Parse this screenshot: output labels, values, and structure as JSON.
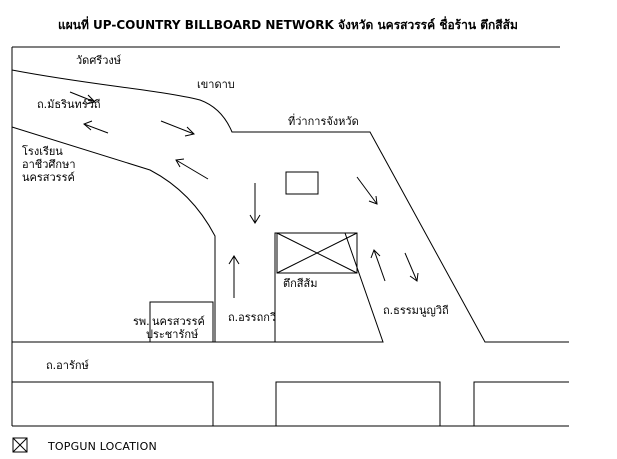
{
  "title": "แผนที่ UP-COUNTRY BILLBOARD NETWORK จังหวัด นครสวรรค์ ชื่อร้าน ตึกสีส้ม",
  "labels": {
    "wat_sriwong": "วัดศรีวงษ์",
    "khao_daeng": "เขาดาบ",
    "road_matin": "ถ.มัธรินทร์วิถี",
    "provincial_hall": "ที่ว่าการจังหวัด",
    "school_line1": "โรงเรียน",
    "school_line2": "อาชีวศึกษา",
    "school_line3": "นครสวรรค์",
    "location_name": "ตึกสีส้ม",
    "road_dharma": "ถ.ธรรมนูญวิถี",
    "road_arnon": "ถ.อรรถกวี",
    "hospital_prefix": "รพ.",
    "hospital_line1": "นครสวรรค์",
    "hospital_line2": "ประชารักษ์",
    "road_arak": "ถ.อารักษ์"
  },
  "legend": {
    "label": "TOPGUN LOCATION",
    "icon": "crossed-box-icon"
  },
  "colors": {
    "line": "#000000",
    "background": "#ffffff"
  }
}
